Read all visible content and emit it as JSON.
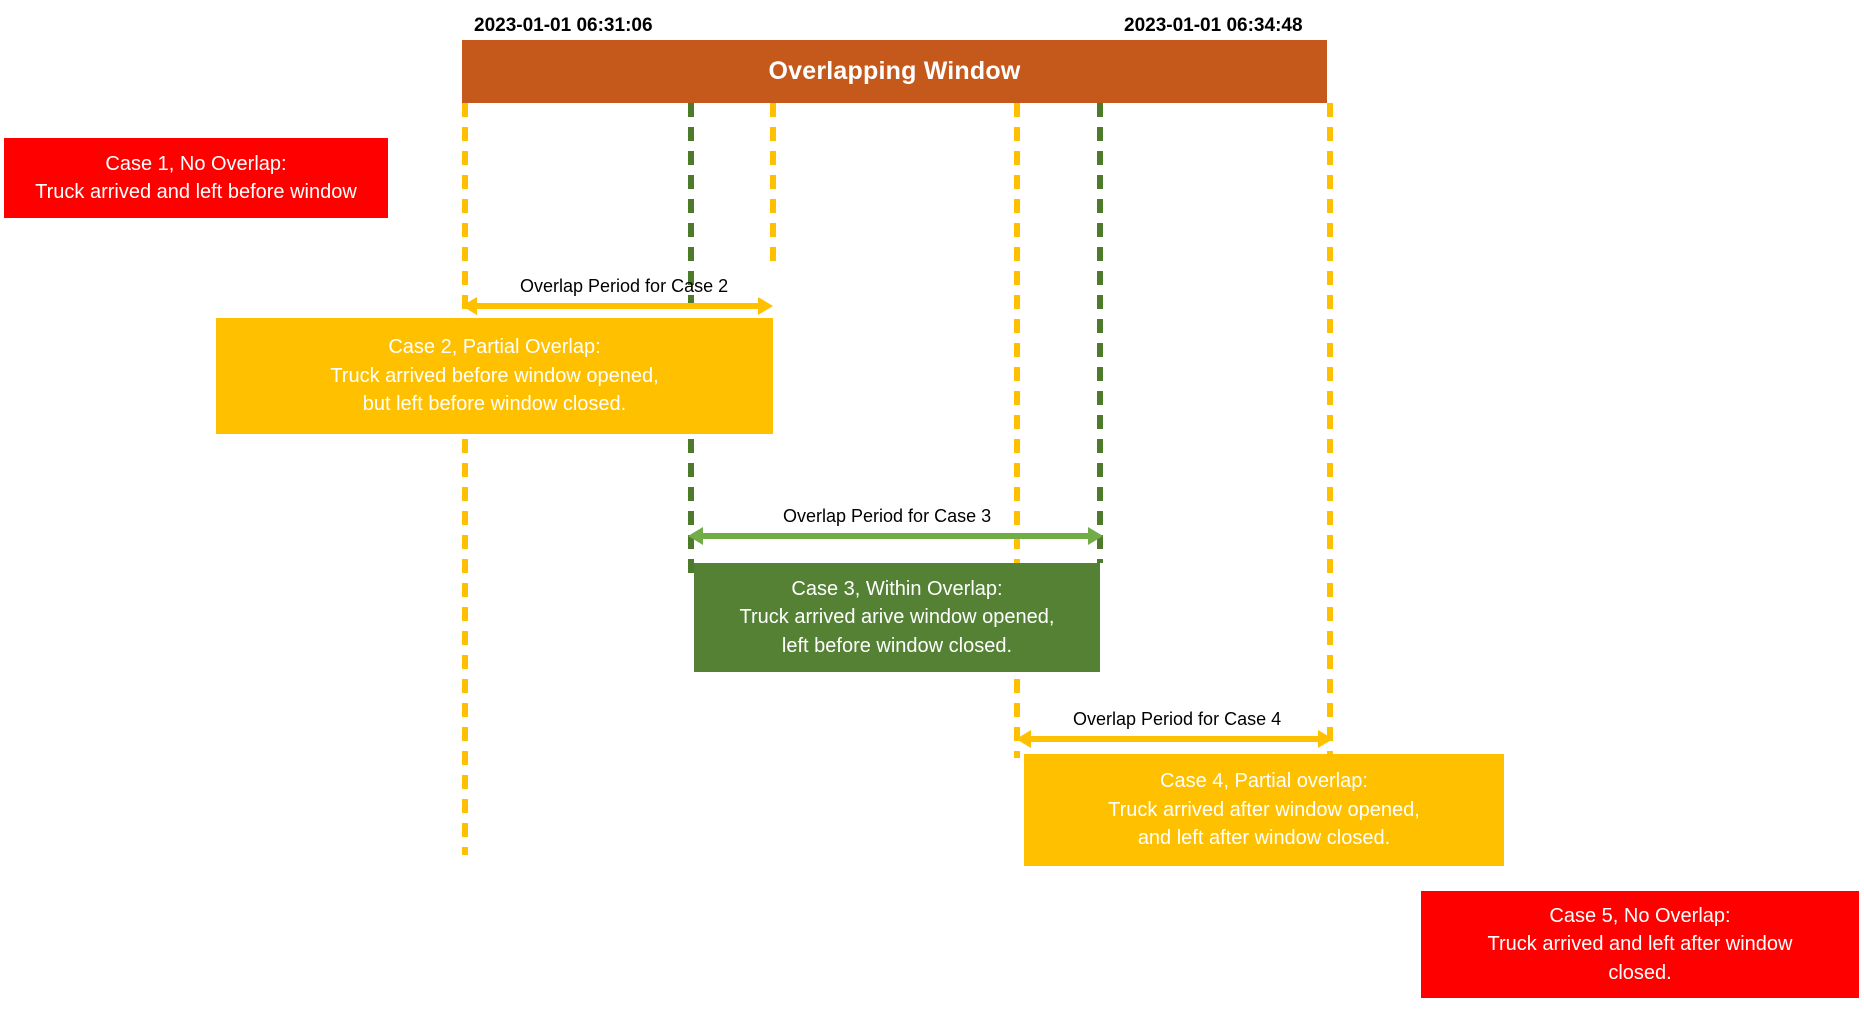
{
  "window": {
    "title": "Overlapping Window",
    "start_timestamp": "2023-01-01 06:31:06",
    "end_timestamp": "2023-01-01 06:34:48",
    "color": "#c5581b"
  },
  "colors": {
    "no_overlap": "#ff0000",
    "partial_overlap": "#ffc000",
    "within_overlap": "#558134",
    "window_bar": "#c5581b",
    "arrow_yellow": "#ffc000",
    "arrow_green": "#70ad47",
    "guide_yellow": "#ffc000",
    "guide_green": "#4e7a2c"
  },
  "cases": [
    {
      "id": "case1",
      "title": "Case 1, No Overlap:",
      "lines": [
        "Truck arrived and left before window"
      ],
      "type": "no-overlap",
      "color": "#ff0000"
    },
    {
      "id": "case2",
      "title": "Case 2, Partial Overlap:",
      "lines": [
        "Truck arrived before window opened,",
        "but left before window closed."
      ],
      "type": "partial-overlap",
      "color": "#ffc000",
      "overlap_label": "Overlap Period for Case 2"
    },
    {
      "id": "case3",
      "title": "Case 3, Within Overlap:",
      "lines": [
        "Truck arrived arive window opened,",
        "left before window closed."
      ],
      "type": "within-overlap",
      "color": "#558134",
      "overlap_label": "Overlap Period for Case 3"
    },
    {
      "id": "case4",
      "title": "Case 4, Partial overlap:",
      "lines": [
        "Truck arrived after window opened,",
        "and left after window closed."
      ],
      "type": "partial-overlap",
      "color": "#ffc000",
      "overlap_label": "Overlap Period for Case 4"
    },
    {
      "id": "case5",
      "title": "Case 5, No Overlap:",
      "lines": [
        "Truck arrived and left after window",
        "closed."
      ],
      "type": "no-overlap",
      "color": "#ff0000"
    }
  ]
}
